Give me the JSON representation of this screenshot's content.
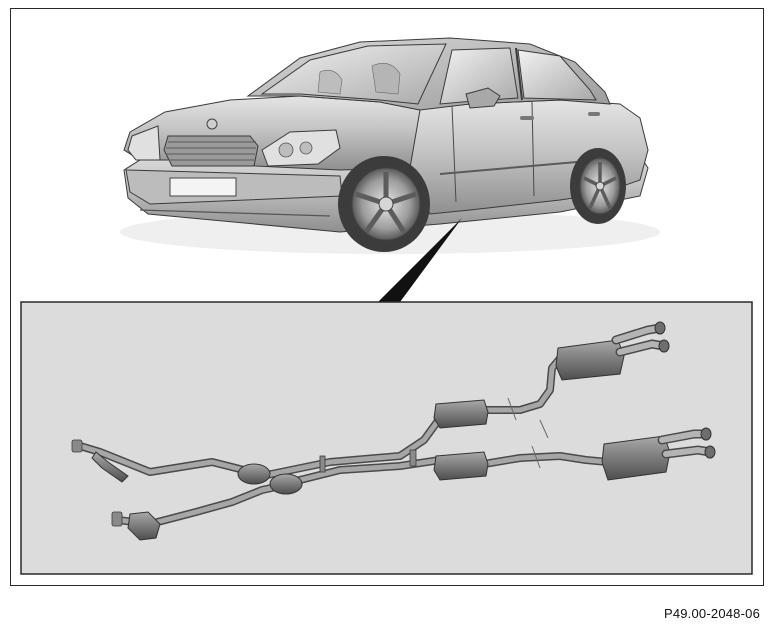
{
  "figure": {
    "code": "P49.00-2048-06",
    "car_view": "car-illustration",
    "detail_view": "exhaust-system-detail"
  },
  "colors": {
    "frame": "#2a2a2a",
    "detail_background": "#dcdcdc",
    "car_body": "#c6c6c6",
    "exhaust_metal": "#8d8d8d"
  }
}
